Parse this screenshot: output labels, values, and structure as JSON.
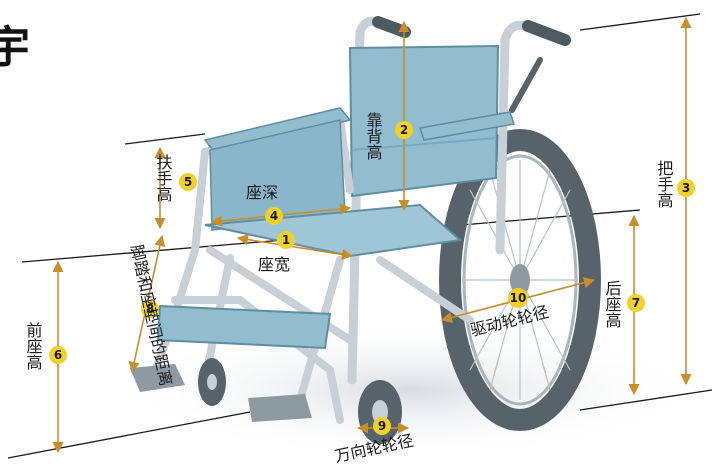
{
  "corner_glyph": "宇",
  "colors": {
    "seat_fabric": "#92bdcf",
    "seat_dark": "#5f8ea3",
    "frame": "#c7d0d6",
    "frame_dark": "#8e9aa2",
    "tire": "#56636b",
    "badge": "#f2d02a",
    "arrow": "#c98d2a",
    "guide": "#1a1a1a"
  },
  "measurements": [
    {
      "id": "seat-width",
      "num": "1",
      "label": "座宽"
    },
    {
      "id": "backrest-height",
      "num": "2",
      "label": "靠背高"
    },
    {
      "id": "handle-height",
      "num": "3",
      "label": "把手高"
    },
    {
      "id": "seat-depth",
      "num": "4",
      "label": "座深"
    },
    {
      "id": "armrest-height",
      "num": "5",
      "label": "扶手高"
    },
    {
      "id": "front-seat-height",
      "num": "6",
      "label": "前座高"
    },
    {
      "id": "rear-seat-height",
      "num": "7",
      "label": "后座高"
    },
    {
      "id": "footrest-seat-distance",
      "num": "8",
      "label": "脚踏和座垫间的距离"
    },
    {
      "id": "caster-diameter",
      "num": "9",
      "label": "万向轮轮径"
    },
    {
      "id": "drive-wheel-diameter",
      "num": "10",
      "label": "驱动轮轮径"
    }
  ]
}
